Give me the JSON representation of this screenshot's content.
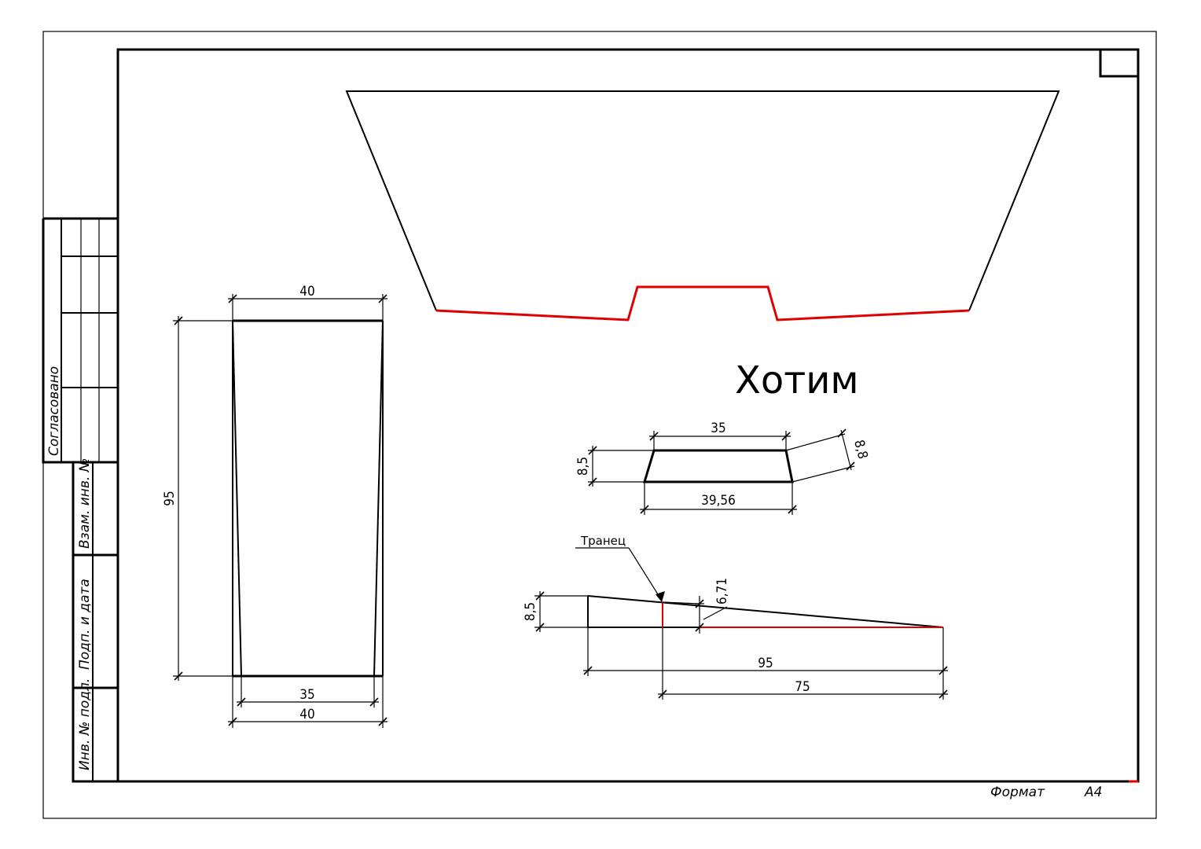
{
  "sidebar": {
    "agreed": "Согласовано",
    "interchange": "Взам. инв. №",
    "signature_date": "Подп. и дата",
    "original_inv": "Инв. № подл."
  },
  "footer": {
    "format_label": "Формат",
    "format_value": "А4"
  },
  "drawing": {
    "title": "Хотим",
    "left_view": {
      "top_width": "40",
      "height": "95",
      "inner_bottom": "35",
      "outer_bottom": "40"
    },
    "section": {
      "top": "35",
      "height": "8,5",
      "bottom": "39,56",
      "slant": "8,8"
    },
    "side_view": {
      "leader": "Транец",
      "height": "8,5",
      "rise": "6,71",
      "total_length": "95",
      "partial_length": "75"
    }
  },
  "colors": {
    "line": "#000000",
    "highlight": "#e00000"
  }
}
